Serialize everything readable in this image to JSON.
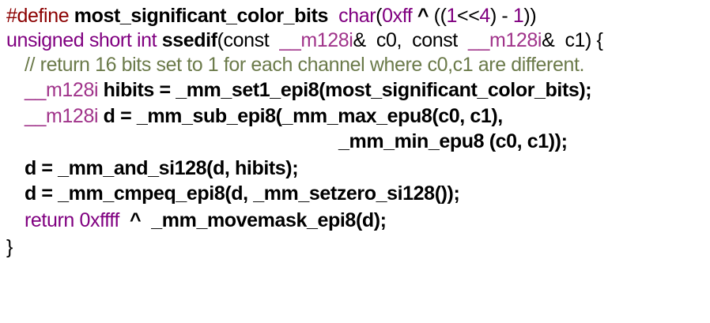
{
  "code": {
    "line1": {
      "directive": "#define",
      "macro_name": "most_significant_color_bits",
      "type": "char",
      "open": "(",
      "value": "0xff",
      "xor": "^",
      "expr_open": "((",
      "one": "1",
      "shift": "<<",
      "four": "4",
      "close_paren": ")",
      "minus": " - ",
      "one_b": "1",
      "expr_close": "))"
    },
    "line2": {
      "ret_type": "unsigned short int",
      "func_name": "ssedif",
      "open": "(",
      "const1": "const",
      "type1": "__m128i",
      "amp1": "&",
      "param1": "c0,",
      "const2": "const",
      "type2": "__m128i",
      "amp2": "&",
      "param2": "c1) {"
    },
    "line3": {
      "comment": "// return 16 bits set to 1 for each channel where c0,c1 are different."
    },
    "line4": {
      "type": "__m128i",
      "stmt": "hibits = _mm_set1_epi8(most_significant_color_bits);"
    },
    "line5": {
      "type": "__m128i",
      "stmt": "d = _mm_sub_epi8(_mm_max_epu8(c0, c1),"
    },
    "line6": {
      "stmt": "_mm_min_epu8 (c0, c1));"
    },
    "line7": {
      "stmt": "d = _mm_and_si128(d, hibits);"
    },
    "line8": {
      "stmt": "d = _mm_cmpeq_epi8(d, _mm_setzero_si128());"
    },
    "line9": {
      "keyword": "return",
      "value": "0xffff",
      "xor": "^",
      "stmt": "_mm_movemask_epi8(d);"
    },
    "line10": {
      "brace": "}"
    }
  },
  "colors": {
    "directive": "#8b0000",
    "keyword": "#800080",
    "comment": "#6b7a4a",
    "type": "#a0338a",
    "text": "#000000"
  }
}
